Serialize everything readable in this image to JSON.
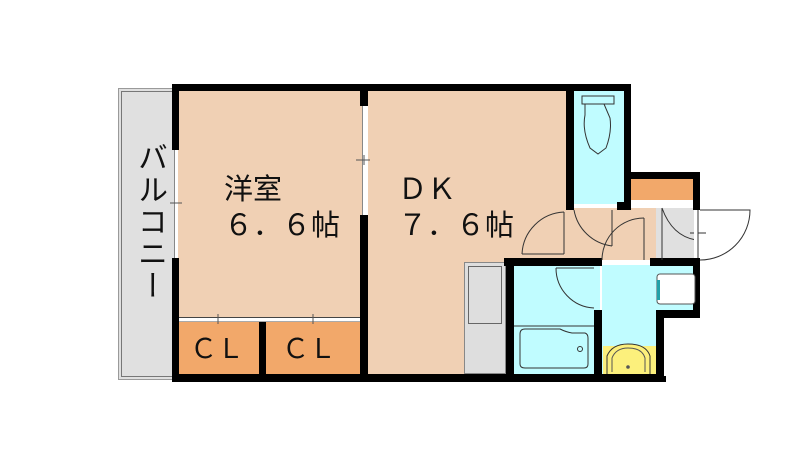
{
  "floorplan": {
    "colors": {
      "room": "#f0d0b4",
      "closet": "#f2a86a",
      "wet": "#c0fcff",
      "balcony": "#e0e0e0",
      "sink": "#fcf07c",
      "wall": "#000000",
      "appliance": "#dedede"
    },
    "rooms": {
      "balcony": {
        "label": "バルコニー"
      },
      "western_room": {
        "name": "洋室",
        "size": "6.6帖",
        "size_display": "６．６帖"
      },
      "dk": {
        "name": "DK",
        "name_display": "ＤＫ",
        "size": "7.6帖",
        "size_display": "７．６帖"
      },
      "closet_1": {
        "label": "CL",
        "label_display": "ＣＬ"
      },
      "closet_2": {
        "label": "CL",
        "label_display": "ＣＬ"
      },
      "toilet": {
        "fixture": "toilet"
      },
      "bathroom": {
        "fixture": "bathtub"
      },
      "washroom": {
        "fixtures": [
          "washbasin",
          "washing-machine"
        ]
      },
      "entrance": {
        "fixture": "front-door"
      },
      "shoe_storage": {}
    }
  }
}
